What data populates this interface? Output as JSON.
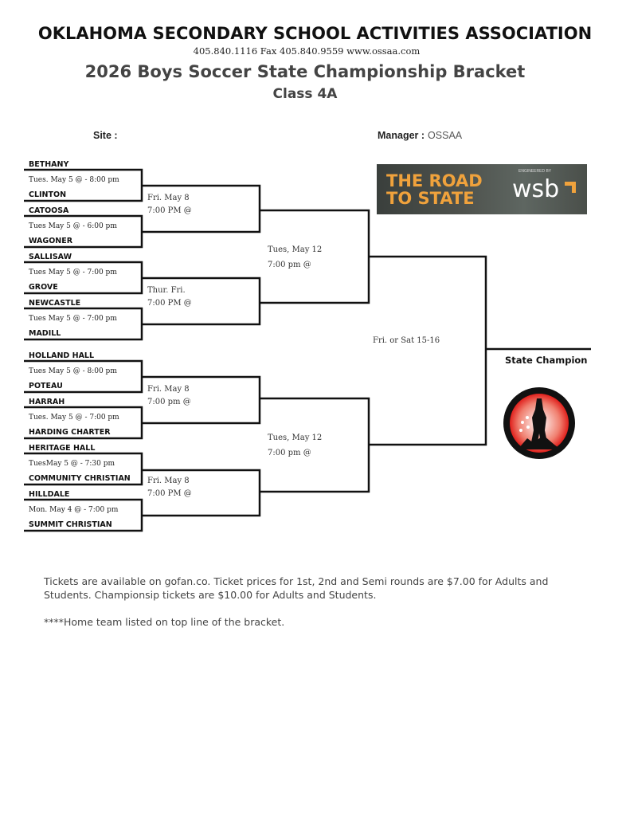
{
  "header": {
    "org": "OKLAHOMA SECONDARY SCHOOL ACTIVITIES ASSOCIATION",
    "contact": "405.840.1116   Fax 405.840.9559  www.ossaa.com",
    "title": "2026 Boys Soccer State Championship Bracket",
    "class": "Class 4A"
  },
  "site": {
    "label": "Site :"
  },
  "manager": {
    "label": "Manager :",
    "value": "OSSAA"
  },
  "banner": {
    "line1": "THE ROAD",
    "line2": "TO STATE",
    "engineered": "ENGINEERED BY",
    "brand": "wsb"
  },
  "first_round": [
    {
      "home": "BETHANY",
      "game": "Tues. May 5 @ - 8:00 pm",
      "away": "CLINTON"
    },
    {
      "home": "CATOOSA",
      "game": "Tues May 5 @ - 6:00 pm",
      "away": "WAGONER"
    },
    {
      "home": "SALLISAW",
      "game": "Tues May 5 @ - 7:00 pm",
      "away": "GROVE"
    },
    {
      "home": "NEWCASTLE",
      "game": "Tues May 5 @ - 7:00 pm",
      "away": "MADILL"
    },
    {
      "home": "HOLLAND HALL",
      "game": "Tues May 5 @ - 8:00 pm",
      "away": "POTEAU"
    },
    {
      "home": "HARRAH",
      "game": "Tues. May 5 @ - 7:00 pm",
      "away": "HARDING CHARTER"
    },
    {
      "home": "HERITAGE HALL",
      "game": "TuesMay 5 @ - 7:30 pm",
      "away": "COMMUNITY CHRISTIAN"
    },
    {
      "home": "HILLDALE",
      "game": "Mon.  May 4 @ - 7:00 pm",
      "away": "SUMMIT CHRISTIAN"
    }
  ],
  "quarterfinals": [
    {
      "date": "Fri. May 8",
      "time": "7:00 PM @"
    },
    {
      "date": "Thur. Fri.",
      "time": "7:00 PM @"
    },
    {
      "date": "Fri.  May 8",
      "time": "7:00 pm @"
    },
    {
      "date": "Fri.  May 8",
      "time": "7:00 PM @"
    }
  ],
  "semifinals": [
    {
      "date": "Tues, May 12",
      "time": "7:00 pm @"
    },
    {
      "date": "Tues, May 12",
      "time": "7:00 pm  @"
    }
  ],
  "final": {
    "date": "Fri. or Sat 15-16"
  },
  "champion": {
    "label": "State Champion"
  },
  "footer": {
    "tickets": "Tickets are available on gofan.co.  Ticket prices for 1st, 2nd and Semi rounds are $7.00 for Adults and Students.  Championsip tickets are $10.00 for Adults and Students.",
    "note": "****Home team listed on top line of the bracket."
  },
  "colors": {
    "title": "#444444",
    "banner_orange": "#f0a23c",
    "logo_red": "#e0201c"
  }
}
